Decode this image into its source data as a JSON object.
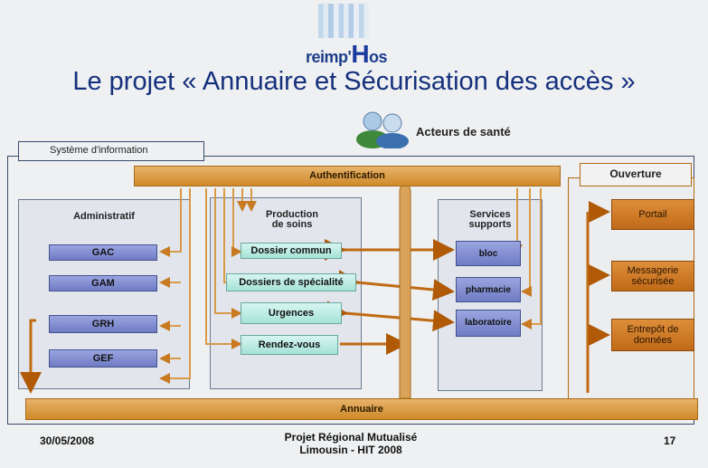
{
  "header": {
    "logo_text_small": "reimp",
    "logo_apostrophe": "'",
    "logo_text_big": "H",
    "logo_text_end": "os",
    "title": "Le projet « Annuaire et Sécurisation des accès »",
    "actors_label": "Acteurs de santé"
  },
  "diagram": {
    "system_label": "Système d'information",
    "opening_label": "Ouverture",
    "auth_label": "Authentification",
    "directory_label": "Annuaire",
    "admin": {
      "title": "Administratif",
      "items": [
        "GAC",
        "GAM",
        "GRH",
        "GEF"
      ]
    },
    "production": {
      "title_line1": "Production",
      "title_line2": "de soins",
      "items": [
        "Dossier commun",
        "Dossiers de spécialité",
        "Urgences",
        "Rendez-vous"
      ]
    },
    "services": {
      "title_line1": "Services",
      "title_line2": "supports",
      "items": [
        "bloc",
        "pharmacie",
        "laboratoire"
      ]
    },
    "opening": {
      "items": [
        {
          "line1": "Portail",
          "line2": ""
        },
        {
          "line1": "Messagerie",
          "line2": "sécurisée"
        },
        {
          "line1": "Entrepôt de",
          "line2": "données"
        }
      ]
    }
  },
  "footer": {
    "date": "30/05/2008",
    "project_line1": "Projet Régional Mutualisé",
    "project_line2": "Limousin - HIT 2008",
    "page_number": "17"
  },
  "colors": {
    "title_blue": "#15307c",
    "orange_bar": "#d99a40",
    "admin_blue": "#7f8bd0",
    "production_cyan": "#bff0e6",
    "opening_orange": "#cf7a26"
  }
}
